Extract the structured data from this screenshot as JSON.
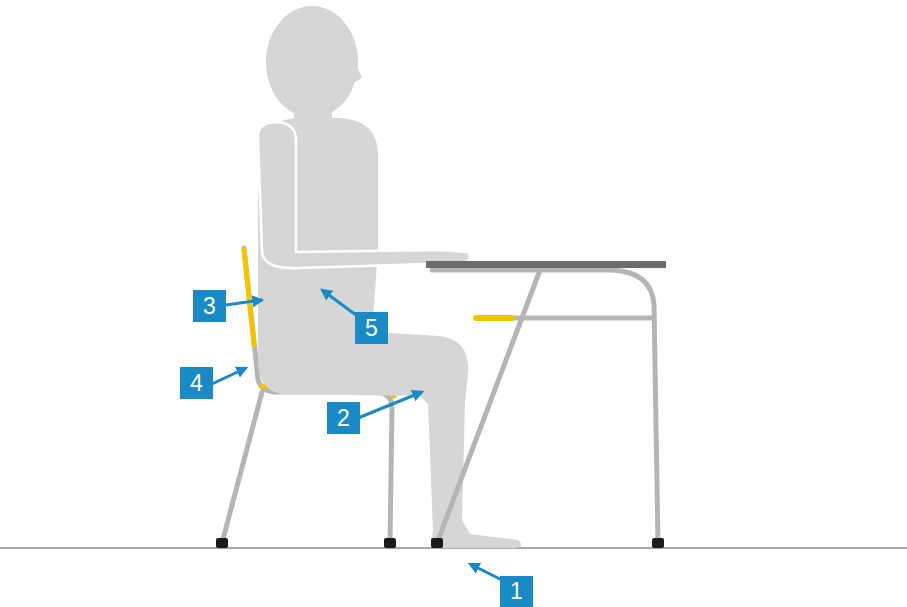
{
  "diagram": {
    "nodes": [
      {
        "text": [
          "3"
        ]
      },
      {
        "text": [
          "5"
        ]
      },
      {
        "text": [
          "4"
        ]
      },
      {
        "text": [
          "2"
        ]
      },
      {
        "text": [
          "1"
        ]
      }
    ]
  }
}
